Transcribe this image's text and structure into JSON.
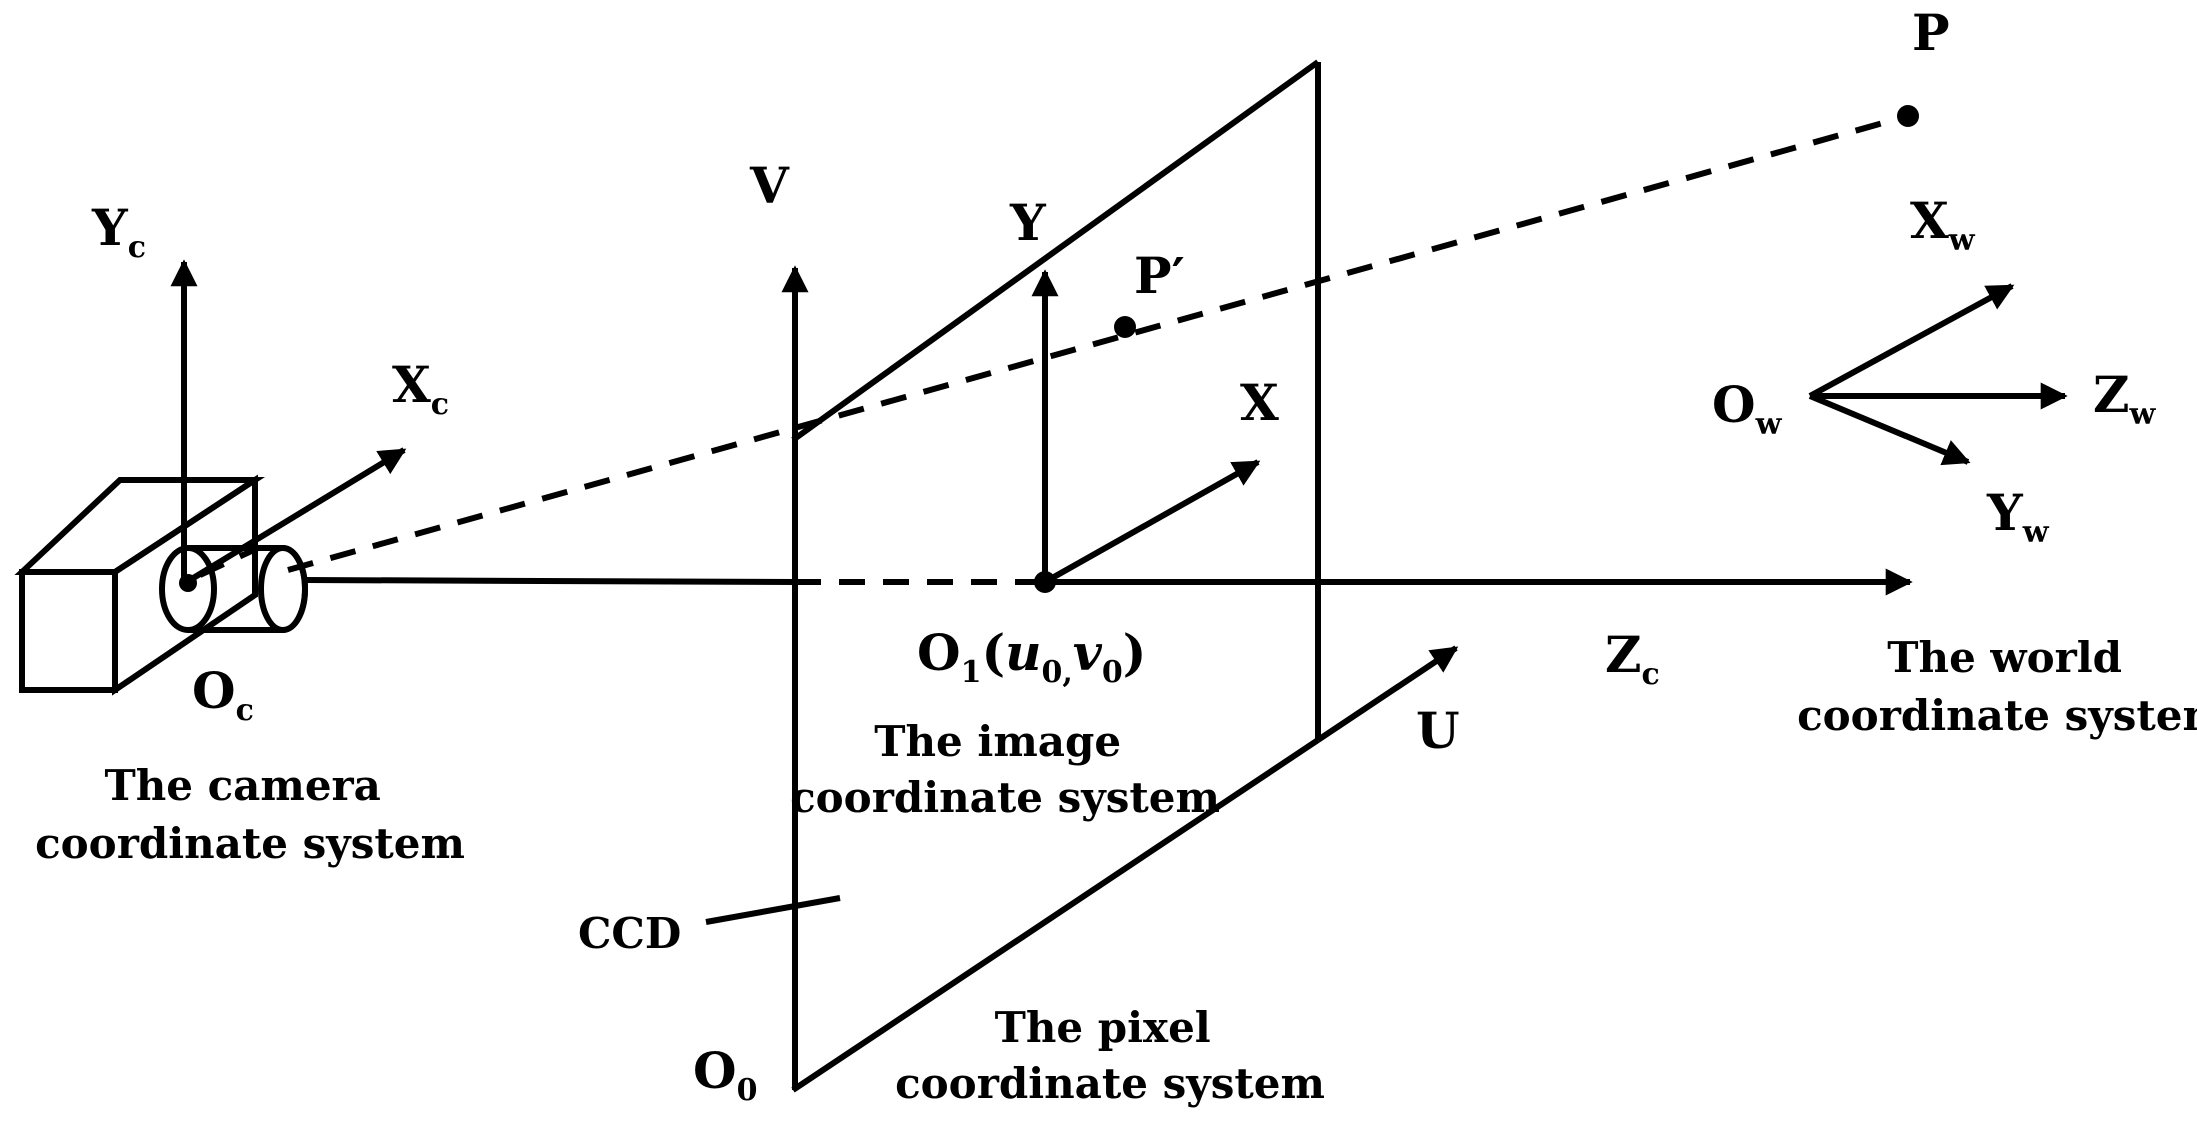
{
  "labels": {
    "yc": {
      "main": "Y",
      "sub": "c"
    },
    "xc": {
      "main": "X",
      "sub": "c"
    },
    "oc": {
      "main": "O",
      "sub": "c"
    },
    "v": "V",
    "y": "Y",
    "x": "X",
    "p_prime": "P′",
    "p": "P",
    "o1": {
      "main": "O",
      "sub": "1",
      "open": "(",
      "u": "u",
      "u_sub": "0,",
      "v": "v",
      "v_sub": "0",
      "close": ")"
    },
    "zc": {
      "main": "Z",
      "sub": "c"
    },
    "u": "U",
    "o0": {
      "main": "O",
      "sub": "0"
    },
    "ccd": "CCD",
    "xw": {
      "main": "X",
      "sub": "w"
    },
    "ow": {
      "main": "O",
      "sub": "w"
    },
    "zw": {
      "main": "Z",
      "sub": "w"
    },
    "yw": {
      "main": "Y",
      "sub": "w"
    }
  },
  "captions": {
    "camera": [
      "The camera",
      "coordinate system"
    ],
    "image": [
      "The image",
      "coordinate system"
    ],
    "pixel": [
      "The pixel",
      "coordinate system"
    ],
    "world": [
      "The world",
      "coordinate system"
    ]
  }
}
